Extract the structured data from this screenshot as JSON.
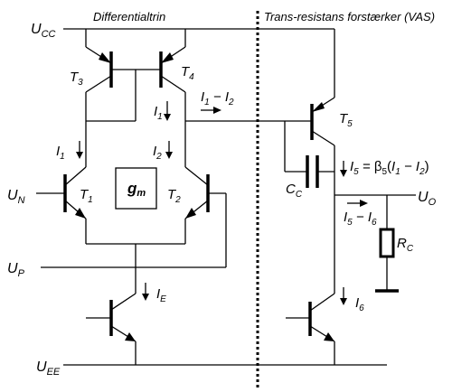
{
  "sections": {
    "left_title": "Differentialtrin",
    "right_title": "Trans-resistans forstærker (VAS)"
  },
  "labels": {
    "ucc": "U",
    "ucc_sub": "CC",
    "uee": "U",
    "uee_sub": "EE",
    "un": "U",
    "un_sub": "N",
    "up": "U",
    "up_sub": "P",
    "uo": "U",
    "uo_sub": "O",
    "t1": "T",
    "t1_sub": "1",
    "t2": "T",
    "t2_sub": "2",
    "t3": "T",
    "t3_sub": "3",
    "t4": "T",
    "t4_sub": "4",
    "t5": "T",
    "t5_sub": "5",
    "gm": "g",
    "gm_sub": "m",
    "cc": "C",
    "cc_sub": "C",
    "rc": "R",
    "rc_sub": "C",
    "i1_mid": "I",
    "i1_mid_sub": "1",
    "i1_left": "I",
    "i1_left_sub": "1",
    "i2_mid": "I",
    "i2_mid_sub": "2",
    "ie": "I",
    "ie_sub": "E",
    "i6": "I",
    "i6_sub": "6",
    "i1mi2_a": "I",
    "i1mi2_a_sub": "1",
    "i1mi2_minus": " − ",
    "i1mi2_b": "I",
    "i1mi2_b_sub": "2",
    "i5eq": "I",
    "i5eq_sub": "5",
    "i5eq_eq": " = ",
    "i5eq_beta": "β",
    "i5eq_beta_sub": "5",
    "i5eq_paren_open": "(",
    "i5eq_i1": "I",
    "i5eq_i1_sub": "1",
    "i5eq_minus": " − ",
    "i5eq_i2": "I",
    "i5eq_i2_sub": "2",
    "i5eq_paren_close": ")",
    "i5mi6_a": "I",
    "i5mi6_a_sub": "5",
    "i5mi6_minus": " − ",
    "i5mi6_b": "I",
    "i5mi6_b_sub": "6"
  }
}
